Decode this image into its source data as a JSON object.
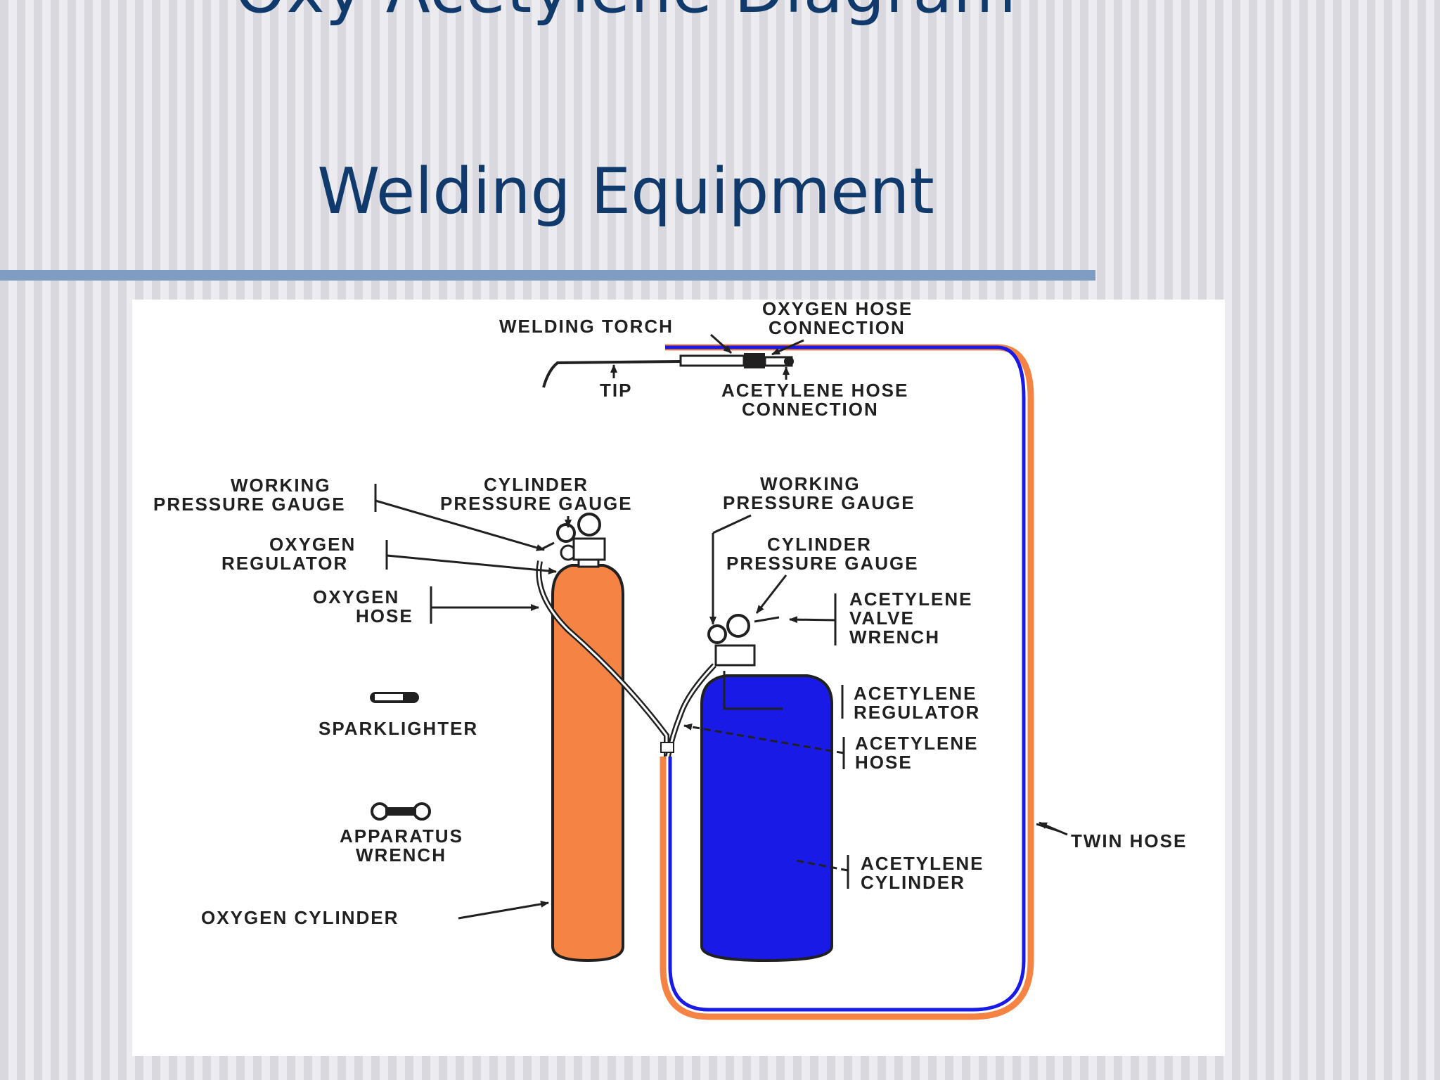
{
  "slide": {
    "title": "Oxy-Acetylene Diagram",
    "subtitle": "Welding Equipment"
  },
  "colors": {
    "title": "#0f3a6b",
    "rule": "#7f9cc2",
    "oxygen_cylinder": "#f58444",
    "acetylene_cylinder": "#1a1ae6",
    "hose_outer": "#f58444",
    "hose_inner": "#1a1ae6"
  },
  "diagram": {
    "labels": {
      "welding_torch": "WELDING TORCH",
      "oxygen_hose_connection": [
        "OXYGEN HOSE",
        "CONNECTION"
      ],
      "tip": "TIP",
      "acetylene_hose_connection": [
        "ACETYLENE HOSE",
        "CONNECTION"
      ],
      "working_pressure_gauge_left": [
        "WORKING",
        "PRESSURE GAUGE"
      ],
      "cylinder_pressure_gauge_left": [
        "CYLINDER",
        "PRESSURE GAUGE"
      ],
      "working_pressure_gauge_right": [
        "WORKING",
        "PRESSURE GAUGE"
      ],
      "cylinder_pressure_gauge_right": [
        "CYLINDER",
        "PRESSURE GAUGE"
      ],
      "oxygen_regulator": [
        "OXYGEN",
        "REGULATOR"
      ],
      "oxygen_hose": [
        "OXYGEN",
        "HOSE"
      ],
      "acetylene_valve_wrench": [
        "ACETYLENE",
        "VALVE",
        "WRENCH"
      ],
      "acetylene_regulator": [
        "ACETYLENE",
        "REGULATOR"
      ],
      "acetylene_hose": [
        "ACETYLENE",
        "HOSE"
      ],
      "sparklighter": "SPARKLIGHTER",
      "apparatus_wrench": [
        "APPARATUS",
        "WRENCH"
      ],
      "twin_hose": "TWIN HOSE",
      "acetylene_cylinder": [
        "ACETYLENE",
        "CYLINDER"
      ],
      "oxygen_cylinder": "OXYGEN CYLINDER"
    }
  }
}
